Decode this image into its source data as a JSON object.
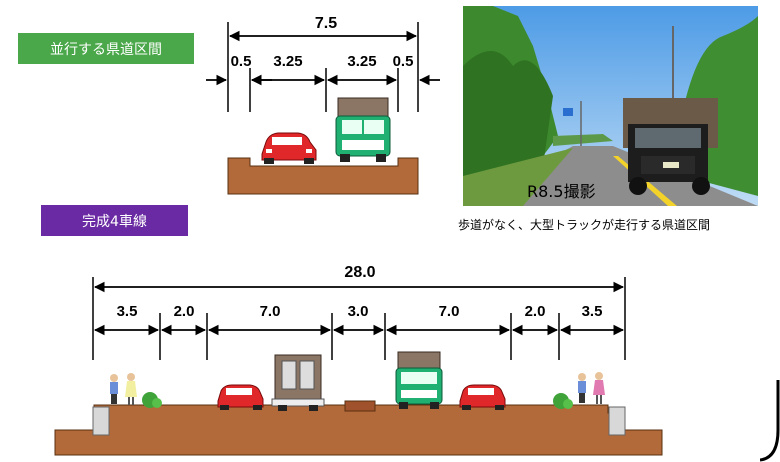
{
  "labels": {
    "current_section": "並行する県道区間",
    "completed": "完成4車線"
  },
  "photo": {
    "stamp": "R8.5撮影",
    "caption": "歩道がなく、大型トラックが走行する県道区間"
  },
  "top_section": {
    "total_width": "7.5",
    "segments": [
      "0.5",
      "3.25",
      "3.25",
      "0.5"
    ]
  },
  "bottom_section": {
    "total_width": "28.0",
    "segments": [
      "3.5",
      "2.0",
      "7.0",
      "3.0",
      "7.0",
      "2.0",
      "3.5"
    ]
  },
  "colors": {
    "green_label": "#4aa74a",
    "purple_label": "#6a2aa3",
    "ground": "#b26a3a",
    "car_red": "#e0282a",
    "truck_green": "#1fb072"
  }
}
